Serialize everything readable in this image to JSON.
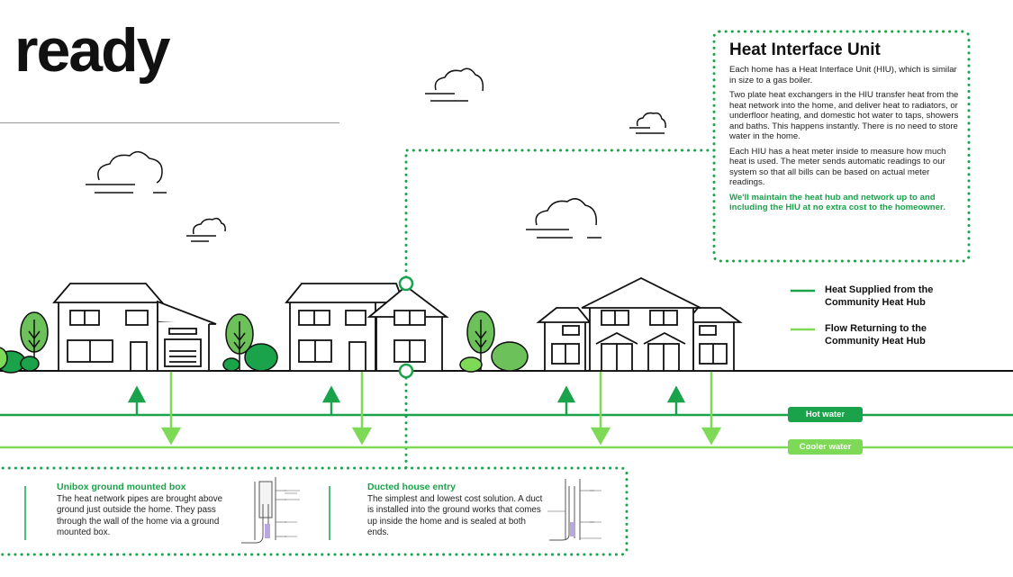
{
  "header": {
    "title": "ready"
  },
  "hiu": {
    "title": "Heat Interface Unit",
    "p1": "Each home has a Heat Interface Unit (HIU), which is similar in size to a gas boiler.",
    "p2": "Two plate heat exchangers in the HIU transfer heat from the heat network into the home, and deliver heat to radiators, or underfloor heating, and domestic hot water to taps, showers and baths. This happens instantly. There is no need to store water in the home.",
    "p3": "Each HIU has a heat meter inside to measure how much heat is used. The meter sends automatic readings to our system so that all bills can be based on actual meter readings.",
    "highlight": "We'll maintain the heat hub and network up to and including the HIU at no extra cost to the homeowner."
  },
  "legend": {
    "supplied": "Heat Supplied from the Community Heat Hub",
    "returning": "Flow Returning to the Community Heat Hub"
  },
  "pipes": {
    "hot_label": "Hot water",
    "cool_label": "Cooler water"
  },
  "bottom": {
    "unibox": {
      "title": "Unibox ground mounted box",
      "text": "The heat network pipes are brought above ground just outside the home. They pass through the wall of the home via a ground mounted box."
    },
    "ducted": {
      "title": "Ducted house entry",
      "text": "The simplest and lowest cost solution. A duct is installed into the ground works that comes up inside the home and is sealed at both ends."
    }
  },
  "colors": {
    "dark_green": "#1aa34a",
    "light_green": "#7ed957",
    "text": "#111111"
  }
}
